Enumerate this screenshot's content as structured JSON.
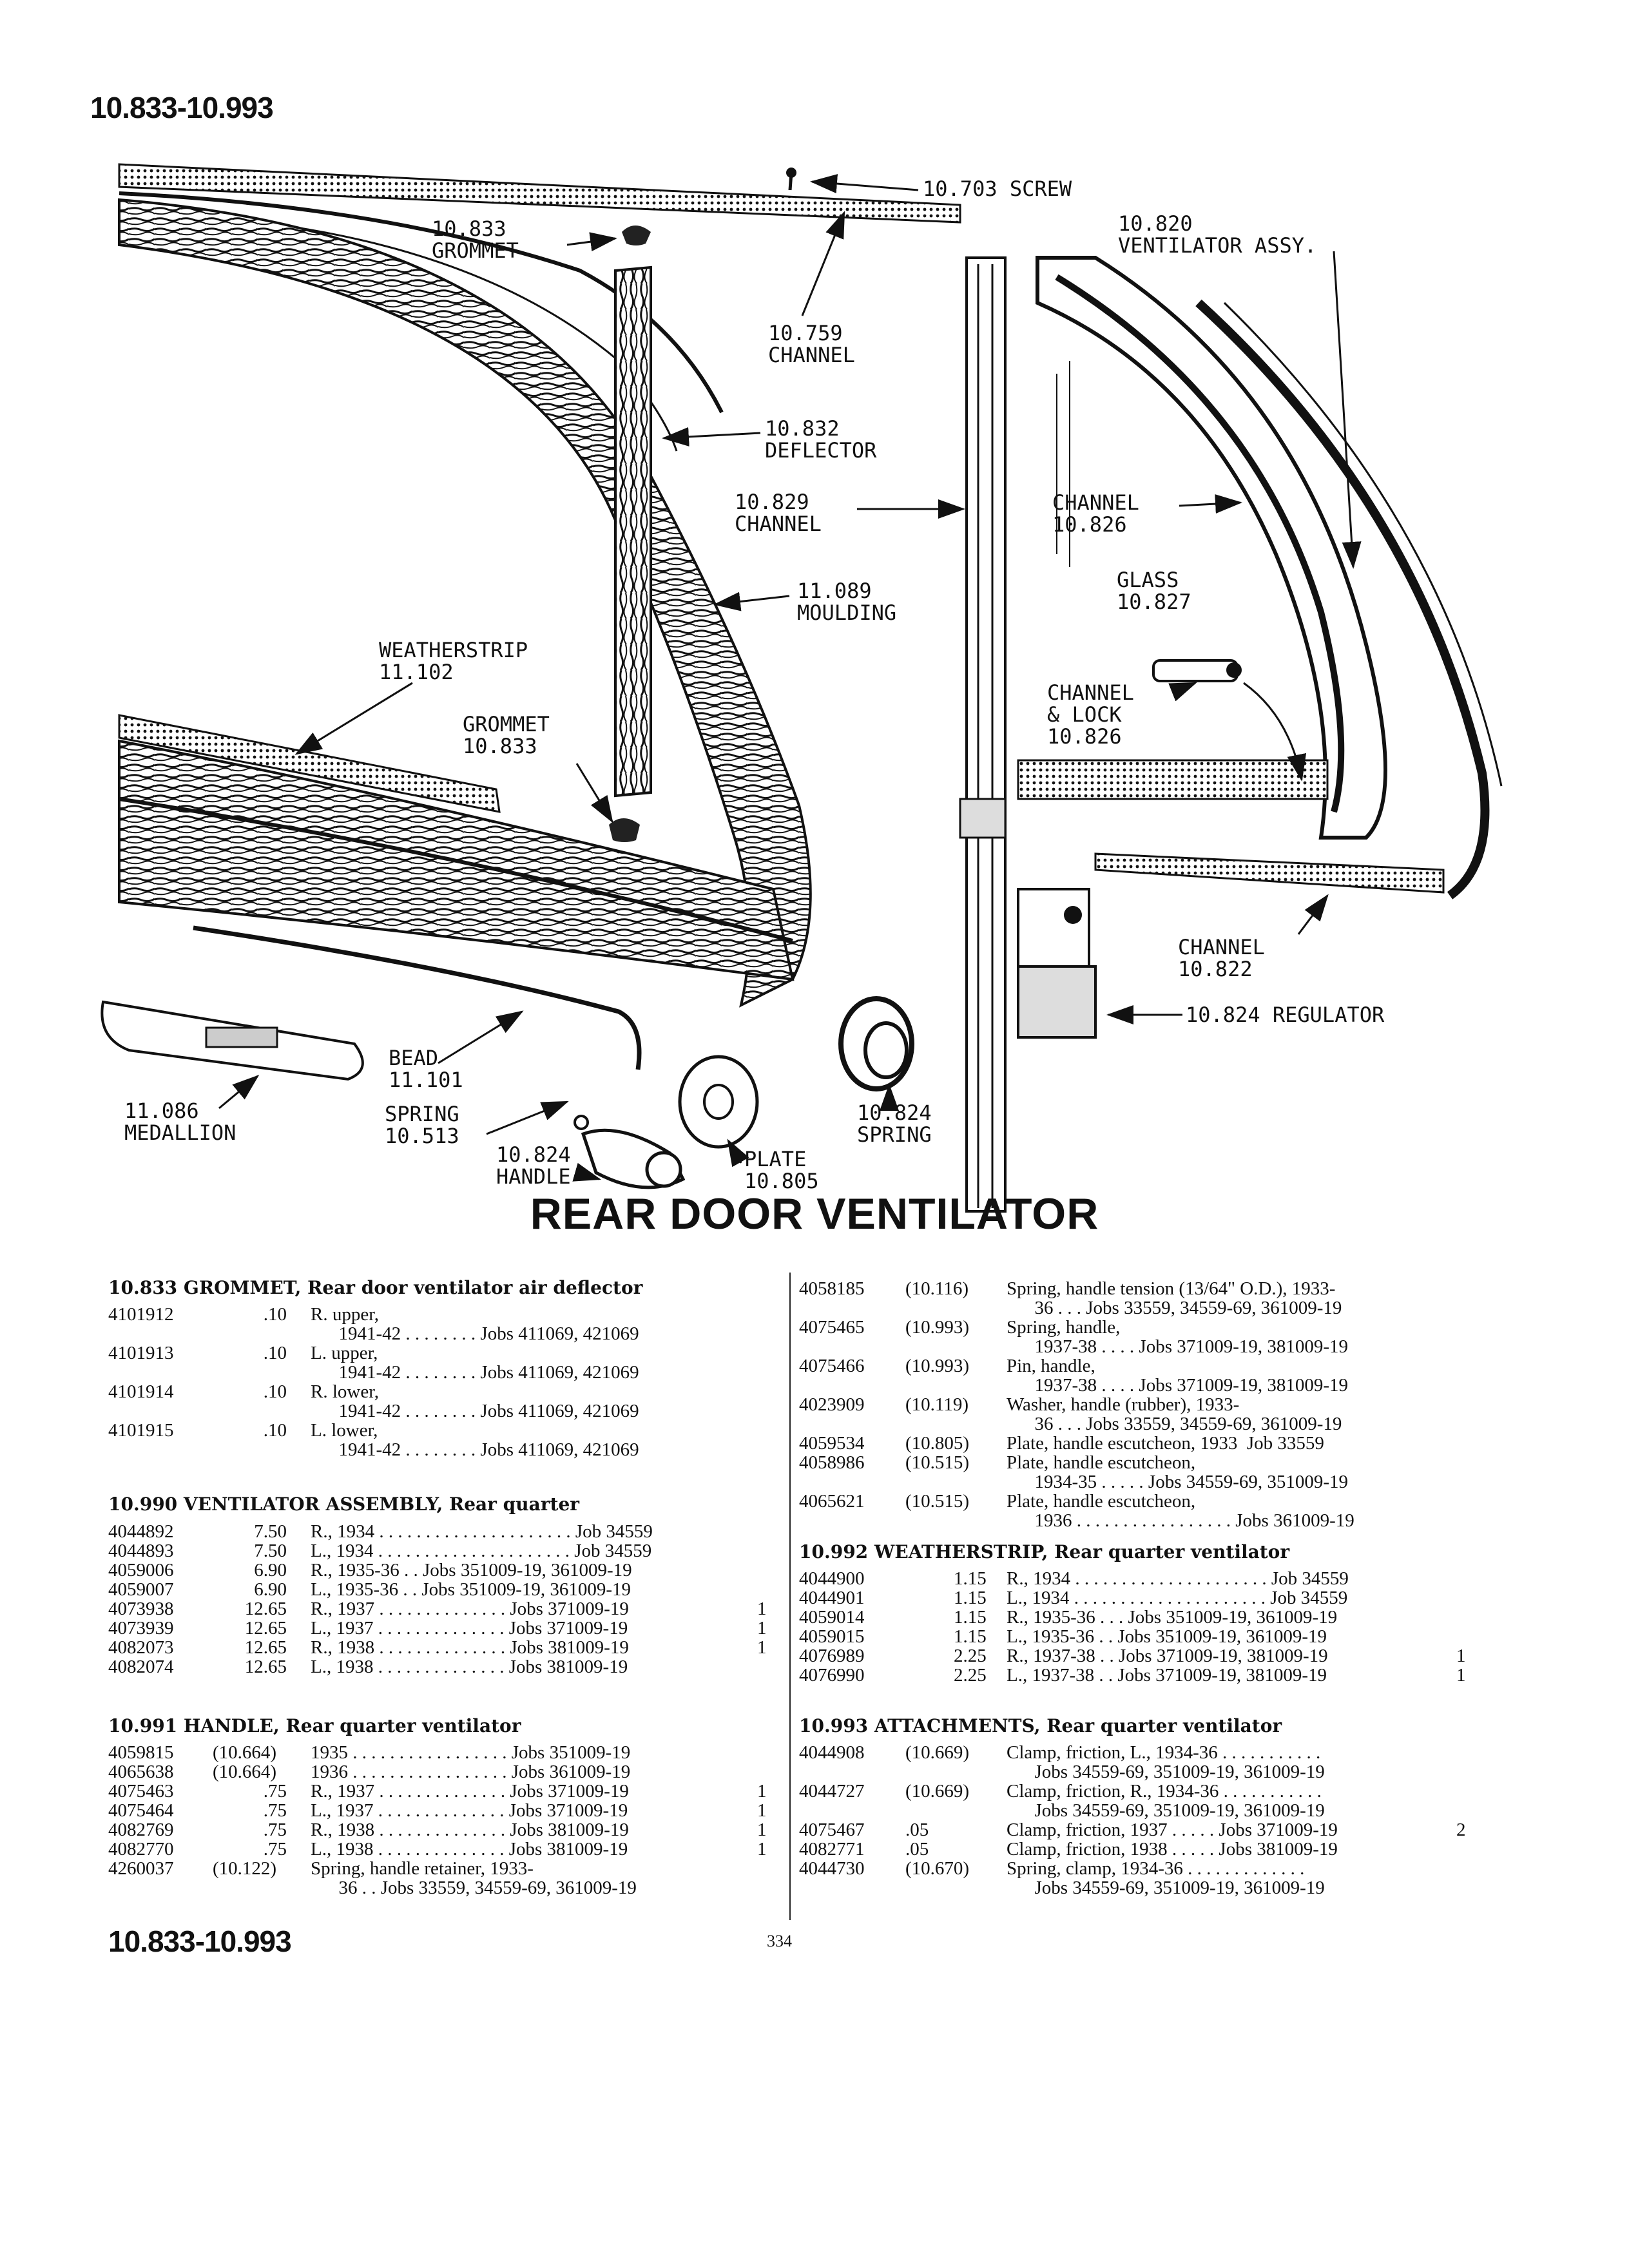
{
  "page": {
    "header_top": "10.833-10.993",
    "header_bottom": "10.833-10.993",
    "page_number": "334",
    "title": "REAR DOOR VENTILATOR"
  },
  "diagram_labels": [
    {
      "id": "screw",
      "text": "10.703 SCREW"
    },
    {
      "id": "grommet-top",
      "text": "10.833\nGROMMET"
    },
    {
      "id": "channel-759",
      "text": "10.759\nCHANNEL"
    },
    {
      "id": "ventilator-assy",
      "text": "10.820\nVENTILATOR ASSY."
    },
    {
      "id": "deflector",
      "text": "10.832\nDEFLECTOR"
    },
    {
      "id": "channel-829",
      "text": "10.829\nCHANNEL"
    },
    {
      "id": "channel-826a",
      "text": "CHANNEL\n10.826"
    },
    {
      "id": "glass",
      "text": "GLASS\n10.827"
    },
    {
      "id": "moulding",
      "text": "11.089\nMOULDING"
    },
    {
      "id": "weatherstrip",
      "text": "WEATHERSTRIP\n11.102"
    },
    {
      "id": "grommet-low",
      "text": "GROMMET\n10.833"
    },
    {
      "id": "channel-lock",
      "text": "CHANNEL\n& LOCK\n10.826"
    },
    {
      "id": "channel-822",
      "text": "CHANNEL\n10.822"
    },
    {
      "id": "regulator",
      "text": "10.824 REGULATOR"
    },
    {
      "id": "bead",
      "text": "BEAD\n11.101"
    },
    {
      "id": "medallion",
      "text": "11.086\nMEDALLION"
    },
    {
      "id": "spring-513",
      "text": "SPRING\n10.513"
    },
    {
      "id": "handle",
      "text": "10.824\nHANDLE"
    },
    {
      "id": "plate",
      "text": "PLATE\n10.805"
    },
    {
      "id": "spring-824",
      "text": "10.824\nSPRING"
    }
  ],
  "left_column": [
    {
      "heading": "10.833   GROMMET, Rear door ventilator air deflector",
      "rows": [
        {
          "part": "4101912",
          "ref": "",
          "price": ".10",
          "desc": "R. upper,",
          "qty": ""
        },
        {
          "part": "",
          "ref": "",
          "price": "",
          "desc": "      1941-42 . . . . . . . . Jobs 411069, 421069",
          "qty": ""
        },
        {
          "part": "4101913",
          "ref": "",
          "price": ".10",
          "desc": "L. upper,",
          "qty": ""
        },
        {
          "part": "",
          "ref": "",
          "price": "",
          "desc": "      1941-42 . . . . . . . . Jobs 411069, 421069",
          "qty": ""
        },
        {
          "part": "4101914",
          "ref": "",
          "price": ".10",
          "desc": "R. lower,",
          "qty": ""
        },
        {
          "part": "",
          "ref": "",
          "price": "",
          "desc": "      1941-42 . . . . . . . . Jobs 411069, 421069",
          "qty": ""
        },
        {
          "part": "4101915",
          "ref": "",
          "price": ".10",
          "desc": "L. lower,",
          "qty": ""
        },
        {
          "part": "",
          "ref": "",
          "price": "",
          "desc": "      1941-42 . . . . . . . . Jobs 411069, 421069",
          "qty": ""
        }
      ]
    },
    {
      "heading": "10.990   VENTILATOR ASSEMBLY, Rear quarter",
      "rows": [
        {
          "part": "4044892",
          "ref": "",
          "price": "7.50",
          "desc": "R., 1934 . . . . . . . . . . . . . . . . . . . . . Job 34559",
          "qty": ""
        },
        {
          "part": "4044893",
          "ref": "",
          "price": "7.50",
          "desc": "L., 1934 . . . . . . . . . . . . . . . . . . . . . Job 34559",
          "qty": ""
        },
        {
          "part": "4059006",
          "ref": "",
          "price": "6.90",
          "desc": "R., 1935-36 . . Jobs 351009-19, 361009-19",
          "qty": ""
        },
        {
          "part": "4059007",
          "ref": "",
          "price": "6.90",
          "desc": "L., 1935-36 . . Jobs 351009-19, 361009-19",
          "qty": ""
        },
        {
          "part": "4073938",
          "ref": "",
          "price": "12.65",
          "desc": "R., 1937 . . . . . . . . . . . . . . Jobs 371009-19",
          "qty": "1"
        },
        {
          "part": "4073939",
          "ref": "",
          "price": "12.65",
          "desc": "L., 1937 . . . . . . . . . . . . . . Jobs 371009-19",
          "qty": "1"
        },
        {
          "part": "4082073",
          "ref": "",
          "price": "12.65",
          "desc": "R., 1938 . . . . . . . . . . . . . . Jobs 381009-19",
          "qty": "1"
        },
        {
          "part": "4082074",
          "ref": "",
          "price": "12.65",
          "desc": "L., 1938 . . . . . . . . . . . . . . Jobs 381009-19",
          "qty": ""
        }
      ]
    },
    {
      "heading": "10.991   HANDLE, Rear quarter ventilator",
      "rows": [
        {
          "part": "4059815",
          "ref": "(10.664)",
          "price": "",
          "desc": "1935 . . . . . . . . . . . . . . . . . Jobs 351009-19",
          "qty": ""
        },
        {
          "part": "4065638",
          "ref": "(10.664)",
          "price": "",
          "desc": "1936 . . . . . . . . . . . . . . . . . Jobs 361009-19",
          "qty": ""
        },
        {
          "part": "4075463",
          "ref": "",
          "price": ".75",
          "desc": "R., 1937 . . . . . . . . . . . . . . Jobs 371009-19",
          "qty": "1"
        },
        {
          "part": "4075464",
          "ref": "",
          "price": ".75",
          "desc": "L., 1937 . . . . . . . . . . . . . . Jobs 371009-19",
          "qty": "1"
        },
        {
          "part": "4082769",
          "ref": "",
          "price": ".75",
          "desc": "R., 1938 . . . . . . . . . . . . . . Jobs 381009-19",
          "qty": "1"
        },
        {
          "part": "4082770",
          "ref": "",
          "price": ".75",
          "desc": "L., 1938 . . . . . . . . . . . . . . Jobs 381009-19",
          "qty": "1"
        },
        {
          "part": "4260037",
          "ref": "(10.122)",
          "price": "",
          "desc": "Spring, handle retainer, 1933-",
          "qty": ""
        },
        {
          "part": "",
          "ref": "",
          "price": "",
          "desc": "      36 . . Jobs 33559, 34559-69, 361009-19",
          "qty": ""
        }
      ]
    }
  ],
  "right_column": [
    {
      "heading": "",
      "rows": [
        {
          "part": "4058185",
          "ref": "(10.116)",
          "desc": "Spring, handle tension (13/64\" O.D.), 1933-",
          "qty": ""
        },
        {
          "part": "",
          "ref": "",
          "desc": "      36 . . . Jobs 33559, 34559-69, 361009-19",
          "qty": ""
        },
        {
          "part": "4075465",
          "ref": "(10.993)",
          "desc": "Spring, handle,",
          "qty": ""
        },
        {
          "part": "",
          "ref": "",
          "desc": "      1937-38 . . . . Jobs 371009-19, 381009-19",
          "qty": ""
        },
        {
          "part": "4075466",
          "ref": "(10.993)",
          "desc": "Pin, handle,",
          "qty": ""
        },
        {
          "part": "",
          "ref": "",
          "desc": "      1937-38 . . . . Jobs 371009-19, 381009-19",
          "qty": ""
        },
        {
          "part": "4023909",
          "ref": "(10.119)",
          "desc": "Washer, handle (rubber), 1933-",
          "qty": ""
        },
        {
          "part": "",
          "ref": "",
          "desc": "      36 . . . Jobs 33559, 34559-69, 361009-19",
          "qty": ""
        },
        {
          "part": "4059534",
          "ref": "(10.805)",
          "desc": "Plate, handle escutcheon, 1933  Job 33559",
          "qty": ""
        },
        {
          "part": "4058986",
          "ref": "(10.515)",
          "desc": "Plate, handle escutcheon,",
          "qty": ""
        },
        {
          "part": "",
          "ref": "",
          "desc": "      1934-35 . . . . . Jobs 34559-69, 351009-19",
          "qty": ""
        },
        {
          "part": "4065621",
          "ref": "(10.515)",
          "desc": "Plate, handle escutcheon,",
          "qty": ""
        },
        {
          "part": "",
          "ref": "",
          "desc": "      1936 . . . . . . . . . . . . . . . . . Jobs 361009-19",
          "qty": ""
        }
      ]
    },
    {
      "heading": "10.992   WEATHERSTRIP, Rear quarter ventilator",
      "rows": [
        {
          "part": "4044900",
          "ref": "1.15",
          "desc": "R., 1934 . . . . . . . . . . . . . . . . . . . . . Job 34559",
          "qty": ""
        },
        {
          "part": "4044901",
          "ref": "1.15",
          "desc": "L., 1934 . . . . . . . . . . . . . . . . . . . . . Job 34559",
          "qty": ""
        },
        {
          "part": "4059014",
          "ref": "1.15",
          "desc": "R., 1935-36 . . . Jobs 351009-19, 361009-19",
          "qty": ""
        },
        {
          "part": "4059015",
          "ref": "1.15",
          "desc": "L., 1935-36 . . Jobs 351009-19, 361009-19",
          "qty": ""
        },
        {
          "part": "4076989",
          "ref": "2.25",
          "desc": "R., 1937-38 . . Jobs 371009-19, 381009-19",
          "qty": "1"
        },
        {
          "part": "4076990",
          "ref": "2.25",
          "desc": "L., 1937-38 . . Jobs 371009-19, 381009-19",
          "qty": "1"
        }
      ]
    },
    {
      "heading": "10.993   ATTACHMENTS, Rear quarter ventilator",
      "rows": [
        {
          "part": "4044908",
          "ref": "(10.669)",
          "desc": "Clamp, friction, L., 1934-36 . . . . . . . . . . .",
          "qty": ""
        },
        {
          "part": "",
          "ref": "",
          "desc": "      Jobs 34559-69, 351009-19, 361009-19",
          "qty": ""
        },
        {
          "part": "4044727",
          "ref": "(10.669)",
          "desc": "Clamp, friction, R., 1934-36 . . . . . . . . . . .",
          "qty": ""
        },
        {
          "part": "",
          "ref": "",
          "desc": "      Jobs 34559-69, 351009-19, 361009-19",
          "qty": ""
        },
        {
          "part": "4075467",
          "ref": ".05",
          "desc": "Clamp, friction, 1937 . . . . . Jobs 371009-19",
          "qty": "2"
        },
        {
          "part": "4082771",
          "ref": ".05",
          "desc": "Clamp, friction, 1938 . . . . . Jobs 381009-19",
          "qty": ""
        },
        {
          "part": "4044730",
          "ref": "(10.670)",
          "desc": "Spring, clamp, 1934-36 . . . . . . . . . . . . .",
          "qty": ""
        },
        {
          "part": "",
          "ref": "",
          "desc": "      Jobs 34559-69, 351009-19, 361009-19",
          "qty": ""
        }
      ]
    }
  ]
}
